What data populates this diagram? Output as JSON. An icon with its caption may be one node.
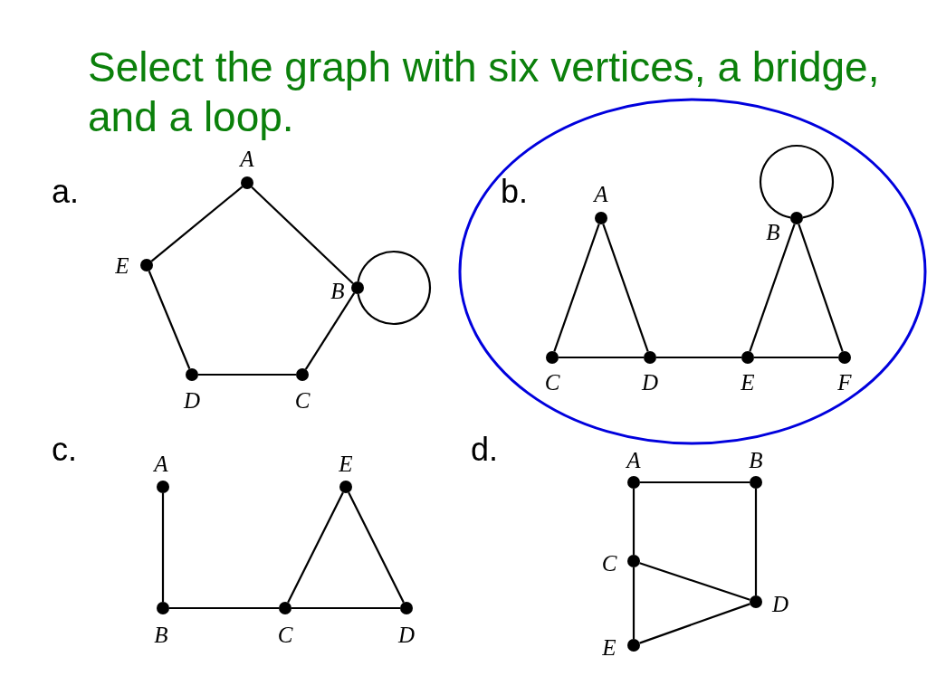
{
  "diagram": {
    "title": "Select the graph with six vertices, a bridge, and a loop.",
    "nodes": [
      {
        "text": [
          "A"
        ]
      },
      {
        "text": [
          "E"
        ]
      },
      {
        "text": [
          "B"
        ]
      },
      {
        "text": [
          "D"
        ]
      },
      {
        "text": [
          "C"
        ]
      },
      {
        "text": [],
        "shape": "ellipse"
      },
      {
        "text": [
          "A"
        ],
        "in": 5
      },
      {
        "text": [
          "B"
        ],
        "in": 5
      },
      {
        "text": [
          "C"
        ],
        "in": 5
      },
      {
        "text": [
          "D"
        ],
        "in": 5
      },
      {
        "text": [
          "E"
        ],
        "in": 5
      },
      {
        "text": [
          "F"
        ],
        "in": 5
      },
      {
        "text": [
          "A"
        ]
      },
      {
        "text": [
          "E"
        ]
      },
      {
        "text": [
          "B"
        ]
      },
      {
        "text": [
          "C"
        ]
      },
      {
        "text": [
          "D"
        ]
      },
      {
        "text": [
          "A"
        ]
      },
      {
        "text": [
          "B"
        ]
      },
      {
        "text": [
          "C"
        ]
      },
      {
        "text": [
          "D"
        ]
      },
      {
        "text": [
          "E"
        ]
      }
    ],
    "edges": [
      {
        "from": 0,
        "to": 1,
        "arrow": "none"
      },
      {
        "from": 0,
        "to": 2,
        "arrow": "none"
      },
      {
        "from": 1,
        "to": 3,
        "arrow": "none"
      },
      {
        "from": 3,
        "to": 4,
        "arrow": "none"
      },
      {
        "from": 4,
        "to": 2,
        "arrow": "none"
      },
      {
        "from": 2,
        "to": 2,
        "arrow": "none"
      },
      {
        "from": 6,
        "to": 8,
        "arrow": "none"
      },
      {
        "from": 6,
        "to": 9,
        "arrow": "none"
      },
      {
        "from": 8,
        "to": 9,
        "arrow": "none"
      },
      {
        "from": 9,
        "to": 10,
        "arrow": "none"
      },
      {
        "from": 10,
        "to": 7,
        "arrow": "none"
      },
      {
        "from": 7,
        "to": 11,
        "arrow": "none"
      },
      {
        "from": 10,
        "to": 11,
        "arrow": "none"
      },
      {
        "from": 7,
        "to": 7,
        "arrow": "none"
      },
      {
        "from": 12,
        "to": 14,
        "arrow": "none"
      },
      {
        "from": 14,
        "to": 15,
        "arrow": "none"
      },
      {
        "from": 15,
        "to": 16,
        "arrow": "none"
      },
      {
        "from": 15,
        "to": 13,
        "arrow": "none"
      },
      {
        "from": 13,
        "to": 16,
        "arrow": "none"
      },
      {
        "from": 17,
        "to": 18,
        "arrow": "none"
      },
      {
        "from": 17,
        "to": 19,
        "arrow": "none"
      },
      {
        "from": 18,
        "to": 20,
        "arrow": "none"
      },
      {
        "from": 19,
        "to": 20,
        "arrow": "none"
      },
      {
        "from": 19,
        "to": 21,
        "arrow": "none"
      },
      {
        "from": 21,
        "to": 20,
        "arrow": "none"
      }
    ],
    "labels": [
      "a.",
      "b.",
      "c.",
      "d."
    ]
  }
}
